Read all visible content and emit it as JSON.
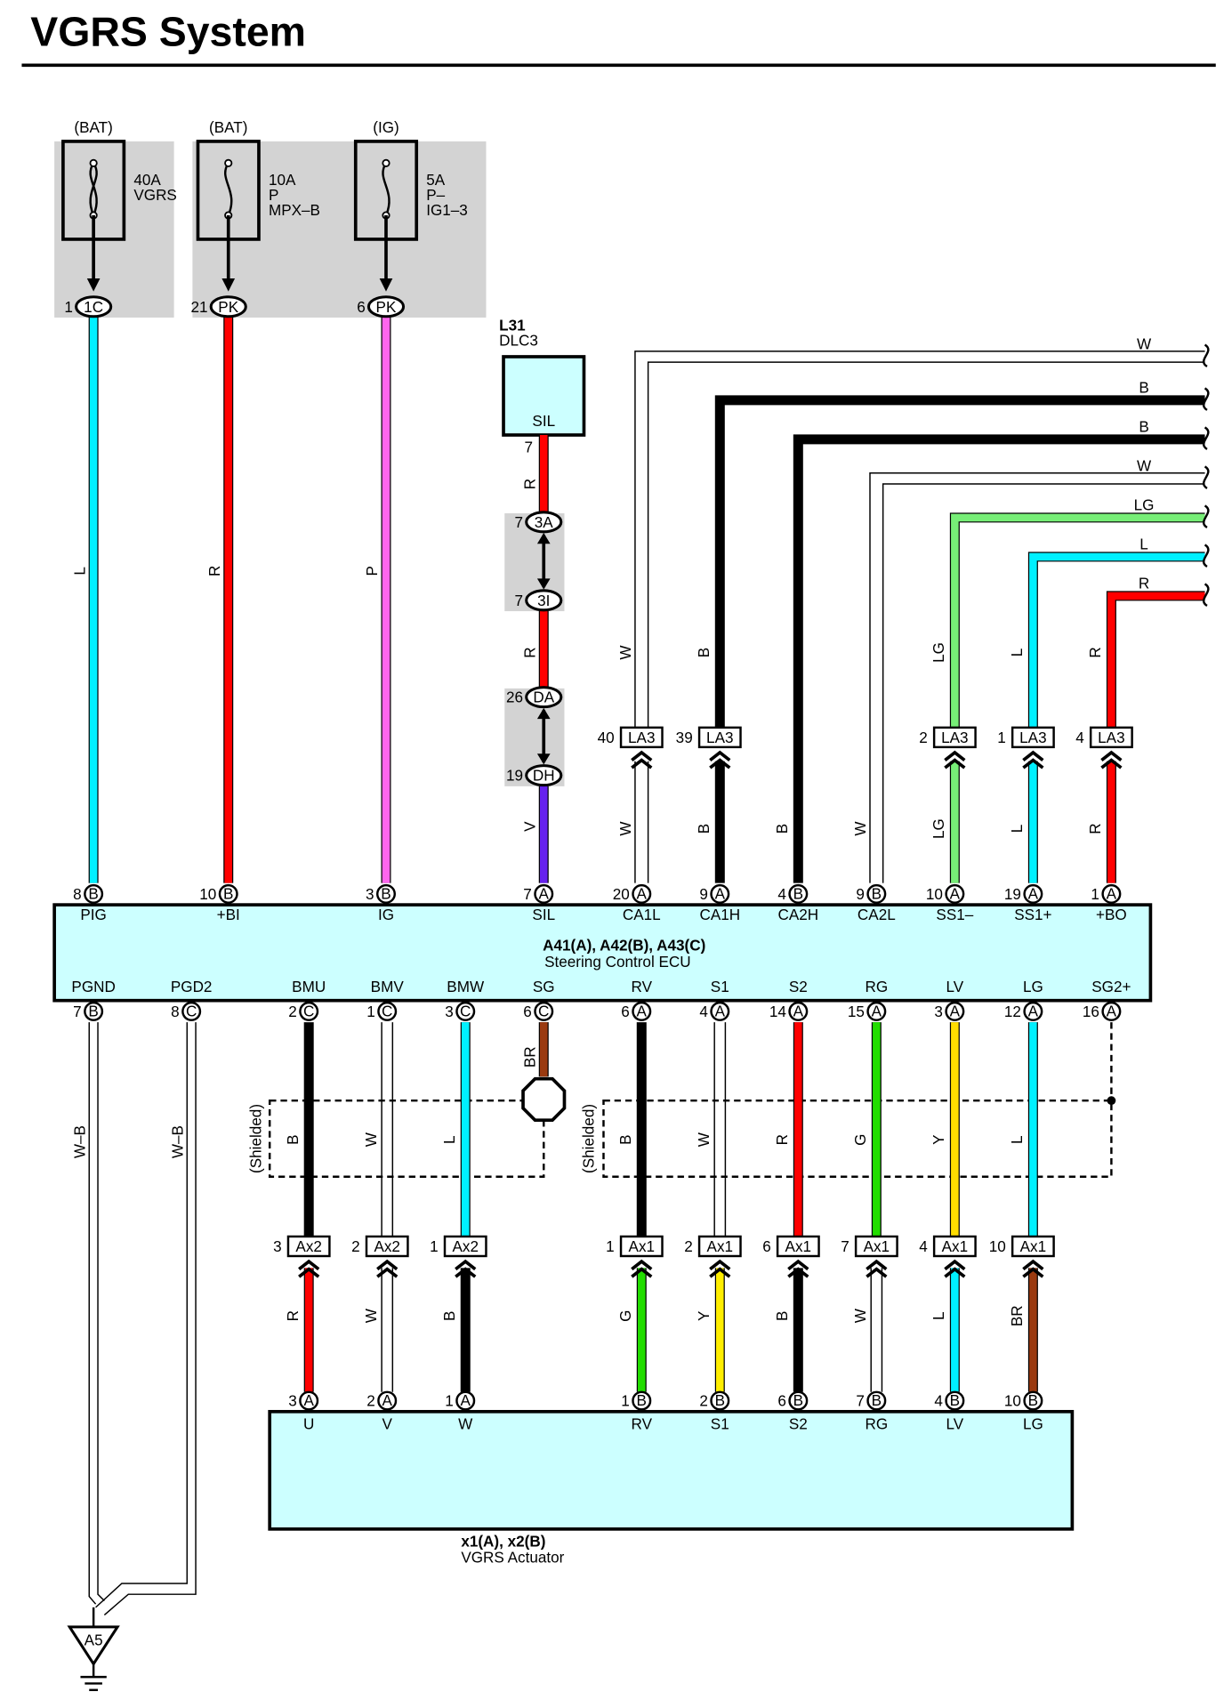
{
  "title": "VGRS System",
  "fuses": [
    {
      "supply": "(BAT)",
      "rating": "40A",
      "name1": "VGRS",
      "name2": "",
      "pin": "1",
      "conn": "1C",
      "wire": "L",
      "color": "#00f0ff"
    },
    {
      "supply": "(BAT)",
      "rating": "10A",
      "name1": "P",
      "name2": "MPX–B",
      "pin": "21",
      "conn": "PK",
      "wire": "R",
      "color": "#ff0000"
    },
    {
      "supply": "(IG)",
      "rating": "5A",
      "name1": "P–",
      "name2": "IG1–3",
      "pin": "6",
      "conn": "PK",
      "wire": "P",
      "color": "#ff66ee"
    }
  ],
  "dlc3": {
    "code": "L31",
    "name": "DLC3",
    "terminal": "SIL",
    "pin": "7",
    "junctions": [
      {
        "top_pin": "7",
        "top": "3A",
        "bottom_pin": "7",
        "bottom": "3I"
      },
      {
        "top_pin": "26",
        "top": "DA",
        "bottom_pin": "19",
        "bottom": "DH"
      }
    ],
    "wires": [
      "R",
      "R",
      "V"
    ]
  },
  "bus": [
    {
      "name": "W",
      "top_color": "W",
      "pin": "40",
      "conn": "LA3",
      "bottom_color": "W",
      "ecu_pin": "20",
      "ecu_conn": "A",
      "term": "CA1L"
    },
    {
      "name": "B",
      "top_color": "B",
      "pin": "39",
      "conn": "LA3",
      "bottom_color": "B",
      "ecu_pin": "9",
      "ecu_conn": "A",
      "term": "CA1H"
    },
    {
      "name": "B",
      "top_color": "",
      "pin": "",
      "conn": "",
      "bottom_color": "B",
      "ecu_pin": "4",
      "ecu_conn": "B",
      "term": "CA2H"
    },
    {
      "name": "W",
      "top_color": "",
      "pin": "",
      "conn": "",
      "bottom_color": "W",
      "ecu_pin": "9",
      "ecu_conn": "B",
      "term": "CA2L"
    },
    {
      "name": "LG",
      "top_color": "LG",
      "pin": "2",
      "conn": "LA3",
      "bottom_color": "LG",
      "ecu_pin": "10",
      "ecu_conn": "A",
      "term": "SS1–"
    },
    {
      "name": "L",
      "top_color": "L",
      "pin": "1",
      "conn": "LA3",
      "bottom_color": "L",
      "ecu_pin": "19",
      "ecu_conn": "A",
      "term": "SS1+"
    },
    {
      "name": "R",
      "top_color": "R",
      "pin": "4",
      "conn": "LA3",
      "bottom_color": "R",
      "ecu_pin": "1",
      "ecu_conn": "A",
      "term": "+BO"
    }
  ],
  "ecu": {
    "label": "A41(A), A42(B), A43(C)",
    "name": "Steering Control ECU",
    "top_pins": [
      {
        "pin": "8",
        "conn": "B",
        "term": "PIG"
      },
      {
        "pin": "10",
        "conn": "B",
        "term": "+BI"
      },
      {
        "pin": "3",
        "conn": "B",
        "term": "IG"
      },
      {
        "pin": "7",
        "conn": "A",
        "term": "SIL"
      }
    ],
    "bottom_pins": [
      {
        "pin": "7",
        "conn": "B",
        "term": "PGND"
      },
      {
        "pin": "8",
        "conn": "C",
        "term": "PGD2"
      },
      {
        "pin": "2",
        "conn": "C",
        "term": "BMU"
      },
      {
        "pin": "1",
        "conn": "C",
        "term": "BMV"
      },
      {
        "pin": "3",
        "conn": "C",
        "term": "BMW"
      },
      {
        "pin": "6",
        "conn": "C",
        "term": "SG"
      },
      {
        "pin": "6",
        "conn": "A",
        "term": "RV"
      },
      {
        "pin": "4",
        "conn": "A",
        "term": "S1"
      },
      {
        "pin": "14",
        "conn": "A",
        "term": "S2"
      },
      {
        "pin": "15",
        "conn": "A",
        "term": "RG"
      },
      {
        "pin": "3",
        "conn": "A",
        "term": "LV"
      },
      {
        "pin": "12",
        "conn": "A",
        "term": "LG"
      },
      {
        "pin": "16",
        "conn": "A",
        "term": "SG2+"
      }
    ]
  },
  "ground_wires": [
    "W–B",
    "W–B"
  ],
  "ground": "A5",
  "sg_wire": "BR",
  "shielded": "(Shielded)",
  "lower": [
    {
      "upper": "B",
      "upper_color": "#000000",
      "pin": "3",
      "conn": "Ax2",
      "lower": "R",
      "lower_color": "#ff0000",
      "act_pin": "3",
      "act_conn": "A",
      "term": "U"
    },
    {
      "upper": "W",
      "upper_color": "#ffffff",
      "pin": "2",
      "conn": "Ax2",
      "lower": "W",
      "lower_color": "#ffffff",
      "act_pin": "2",
      "act_conn": "A",
      "term": "V"
    },
    {
      "upper": "L",
      "upper_color": "#00f0ff",
      "pin": "1",
      "conn": "Ax2",
      "lower": "B",
      "lower_color": "#000000",
      "act_pin": "1",
      "act_conn": "A",
      "term": "W"
    },
    {
      "upper": "B",
      "upper_color": "#000000",
      "pin": "1",
      "conn": "Ax1",
      "lower": "G",
      "lower_color": "#22dd00",
      "act_pin": "1",
      "act_conn": "B",
      "term": "RV"
    },
    {
      "upper": "W",
      "upper_color": "#ffffff",
      "pin": "2",
      "conn": "Ax1",
      "lower": "Y",
      "lower_color": "#ffee00",
      "act_pin": "2",
      "act_conn": "B",
      "term": "S1"
    },
    {
      "upper": "R",
      "upper_color": "#ff0000",
      "pin": "6",
      "conn": "Ax1",
      "lower": "B",
      "lower_color": "#000000",
      "act_pin": "6",
      "act_conn": "B",
      "term": "S2"
    },
    {
      "upper": "G",
      "upper_color": "#22dd00",
      "pin": "7",
      "conn": "Ax1",
      "lower": "W",
      "lower_color": "#ffffff",
      "act_pin": "7",
      "act_conn": "B",
      "term": "RG"
    },
    {
      "upper": "Y",
      "upper_color": "#ffdd00",
      "pin": "4",
      "conn": "Ax1",
      "lower": "L",
      "lower_color": "#00f0ff",
      "act_pin": "4",
      "act_conn": "B",
      "term": "LV"
    },
    {
      "upper": "L",
      "upper_color": "#00f0ff",
      "pin": "10",
      "conn": "Ax1",
      "lower": "BR",
      "lower_color": "#9b3a10",
      "act_pin": "10",
      "act_conn": "B",
      "term": "LG"
    }
  ],
  "actuator": {
    "label": "x1(A), x2(B)",
    "name": "VGRS Actuator"
  }
}
